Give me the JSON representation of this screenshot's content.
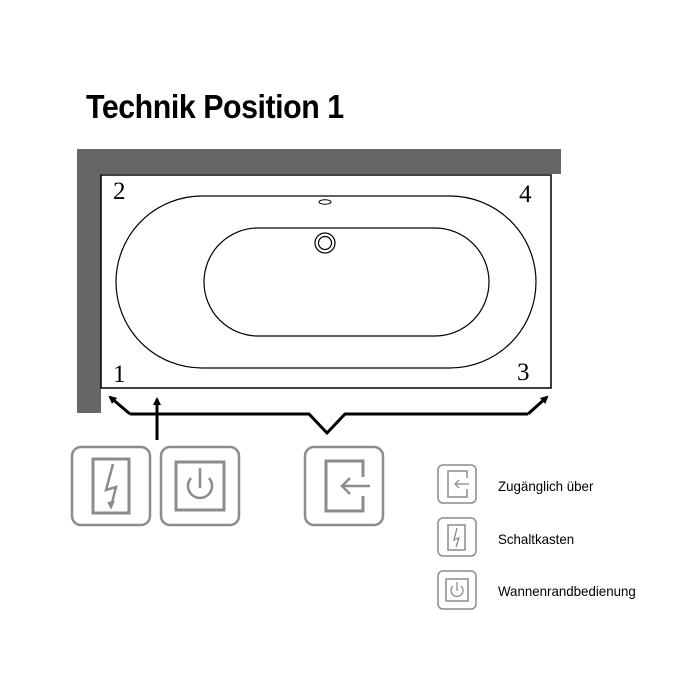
{
  "title": "Technik Position 1",
  "diagram": {
    "corner_labels": {
      "top_left": "2",
      "top_right": "4",
      "bottom_left": "1",
      "bottom_right": "3"
    },
    "wall_color": "#666666",
    "icon_color": "#8c8c8c",
    "placed_icons": [
      {
        "name": "lightning-icon",
        "meaning": "Schaltkasten"
      },
      {
        "name": "power-icon",
        "meaning": "Wannenrandbedienung"
      },
      {
        "name": "access-panel-icon",
        "meaning": "Zugänglich über"
      }
    ]
  },
  "legend": {
    "items": [
      {
        "icon": "access-panel-icon",
        "label": "Zugänglich über"
      },
      {
        "icon": "lightning-icon",
        "label": "Schaltkasten"
      },
      {
        "icon": "power-icon",
        "label": "Wannenrandbedienung"
      }
    ]
  }
}
